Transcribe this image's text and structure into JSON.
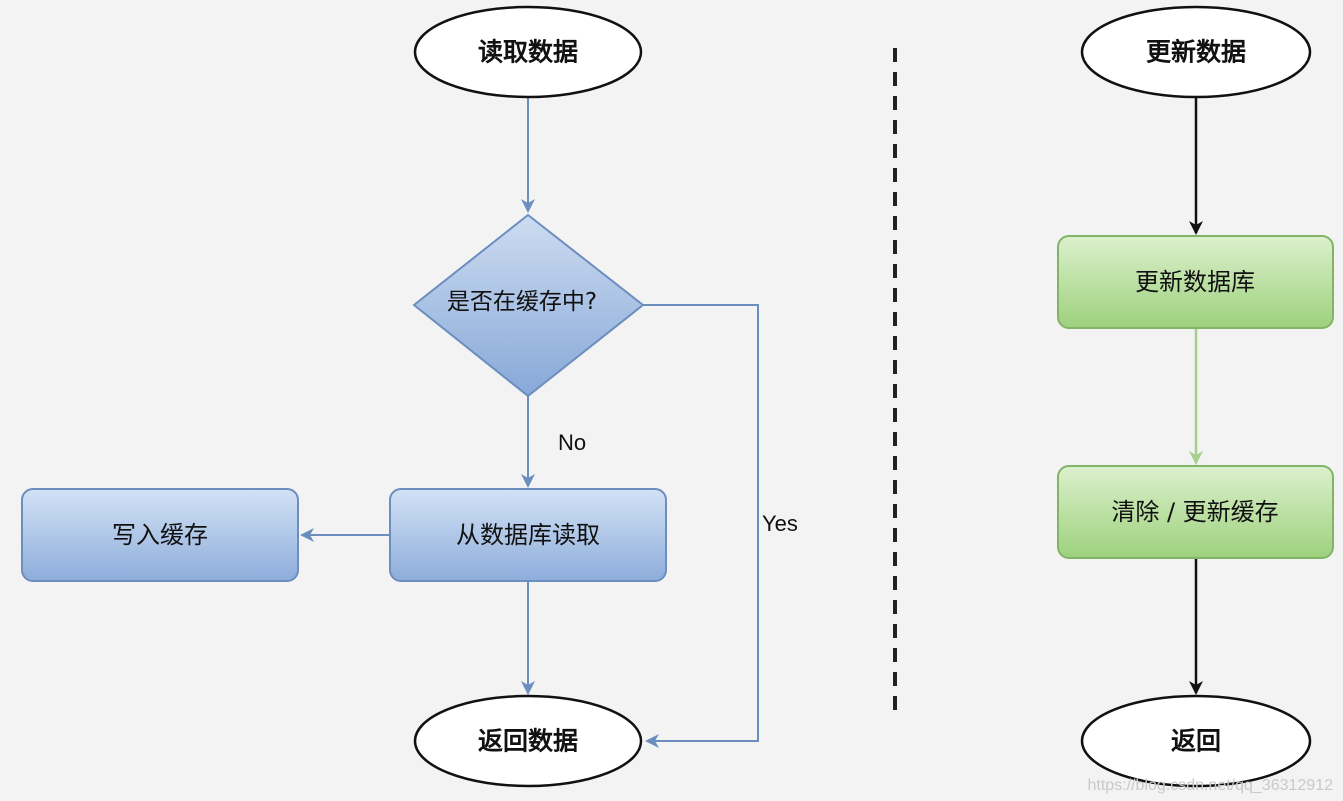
{
  "read_flow": {
    "start": "读取数据",
    "decision": "是否在缓存中?",
    "db_read": "从数据库读取",
    "write_cache": "写入缓存",
    "end": "返回数据",
    "label_no": "No",
    "label_yes": "Yes"
  },
  "update_flow": {
    "start": "更新数据",
    "update_db": "更新数据库",
    "clear_cache": "清除 / 更新缓存",
    "end": "返回"
  },
  "watermark": "https://blog.csdn.net/qq_36312912",
  "colors": {
    "blue_fill_top": "#cfdff3",
    "blue_fill_bottom": "#8eaedc",
    "blue_stroke": "#6c8ebf",
    "green_fill_top": "#d9efc9",
    "green_fill_bottom": "#9fd27f",
    "green_stroke": "#82b366",
    "green_connector": "#a8d08d",
    "divider": "#222222"
  }
}
